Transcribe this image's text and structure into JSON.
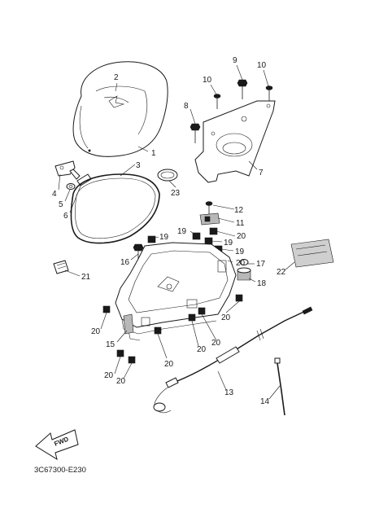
{
  "diagram": {
    "code": "3C67300-E230",
    "fwd_label": "FWD",
    "labels": {
      "p1": "1",
      "p2": "2",
      "p3": "3",
      "p4": "4",
      "p5": "5",
      "p6": "6",
      "p7": "7",
      "p8": "8",
      "p9": "9",
      "p10a": "10",
      "p10b": "10",
      "p11": "11",
      "p12": "12",
      "p13": "13",
      "p14": "14",
      "p15": "15",
      "p16": "16",
      "p17": "17",
      "p18": "18",
      "p19a": "19",
      "p19b": "19",
      "p19c": "19",
      "p19d": "19",
      "p20a": "20",
      "p20b": "20",
      "p20c": "20",
      "p20d": "20",
      "p20e": "20",
      "p20f": "20",
      "p20g": "20",
      "p20h": "20",
      "p20i": "20",
      "p21": "21",
      "p22": "22",
      "p23": "23"
    }
  }
}
